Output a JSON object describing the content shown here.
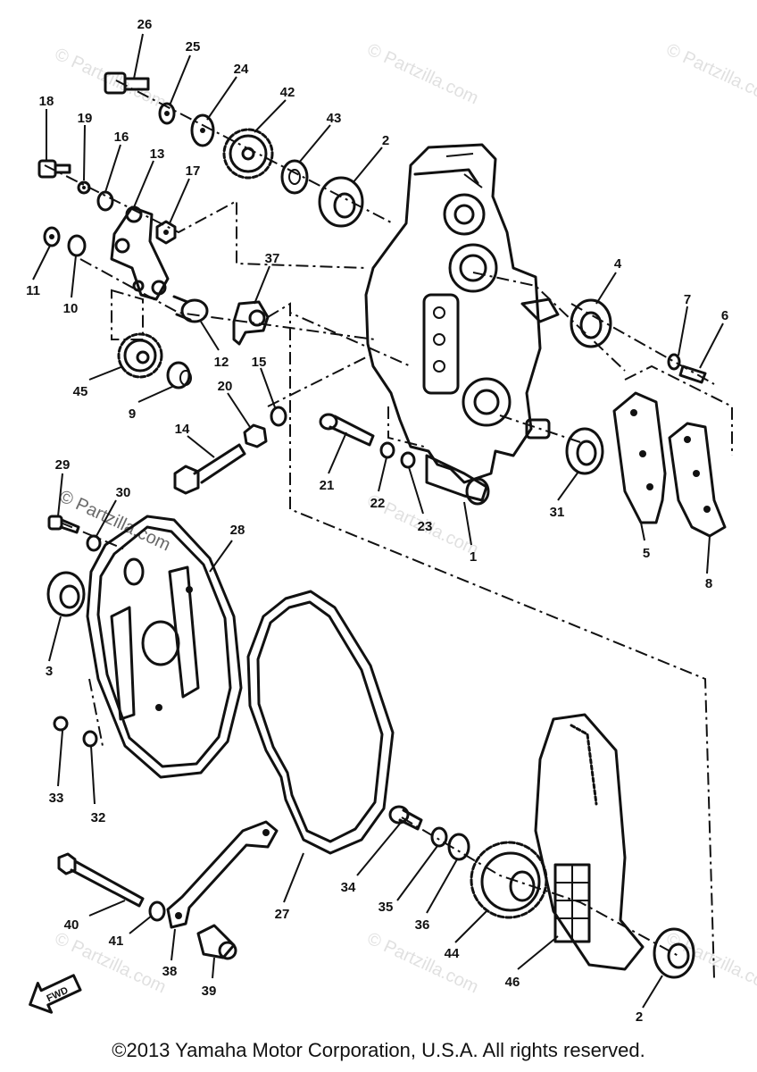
{
  "watermark": "© Partzilla.com",
  "copyright": "©2013  Yamaha Motor Corporation, U.S.A. All rights reserved.",
  "fwd_label": "FWD",
  "callouts": [
    {
      "id": "c26",
      "text": "26"
    },
    {
      "id": "c25",
      "text": "25"
    },
    {
      "id": "c24",
      "text": "24"
    },
    {
      "id": "c42",
      "text": "42"
    },
    {
      "id": "c43",
      "text": "43"
    },
    {
      "id": "c2a",
      "text": "2"
    },
    {
      "id": "c18",
      "text": "18"
    },
    {
      "id": "c19",
      "text": "19"
    },
    {
      "id": "c16",
      "text": "16"
    },
    {
      "id": "c13",
      "text": "13"
    },
    {
      "id": "c17",
      "text": "17"
    },
    {
      "id": "c11",
      "text": "11"
    },
    {
      "id": "c10",
      "text": "10"
    },
    {
      "id": "c37",
      "text": "37"
    },
    {
      "id": "c4",
      "text": "4"
    },
    {
      "id": "c7",
      "text": "7"
    },
    {
      "id": "c6",
      "text": "6"
    },
    {
      "id": "c12",
      "text": "12"
    },
    {
      "id": "c45",
      "text": "45"
    },
    {
      "id": "c9",
      "text": "9"
    },
    {
      "id": "c20",
      "text": "20"
    },
    {
      "id": "c15",
      "text": "15"
    },
    {
      "id": "c14",
      "text": "14"
    },
    {
      "id": "c21",
      "text": "21"
    },
    {
      "id": "c22",
      "text": "22"
    },
    {
      "id": "c23",
      "text": "23"
    },
    {
      "id": "c31",
      "text": "31"
    },
    {
      "id": "c5",
      "text": "5"
    },
    {
      "id": "c8",
      "text": "8"
    },
    {
      "id": "c1",
      "text": "1"
    },
    {
      "id": "c29",
      "text": "29"
    },
    {
      "id": "c30",
      "text": "30"
    },
    {
      "id": "c28",
      "text": "28"
    },
    {
      "id": "c3",
      "text": "3"
    },
    {
      "id": "c33",
      "text": "33"
    },
    {
      "id": "c32",
      "text": "32"
    },
    {
      "id": "c27",
      "text": "27"
    },
    {
      "id": "c34",
      "text": "34"
    },
    {
      "id": "c35",
      "text": "35"
    },
    {
      "id": "c36",
      "text": "36"
    },
    {
      "id": "c44",
      "text": "44"
    },
    {
      "id": "c46",
      "text": "46"
    },
    {
      "id": "c40",
      "text": "40"
    },
    {
      "id": "c41",
      "text": "41"
    },
    {
      "id": "c38",
      "text": "38"
    },
    {
      "id": "c39",
      "text": "39"
    },
    {
      "id": "c2b",
      "text": "2"
    }
  ]
}
